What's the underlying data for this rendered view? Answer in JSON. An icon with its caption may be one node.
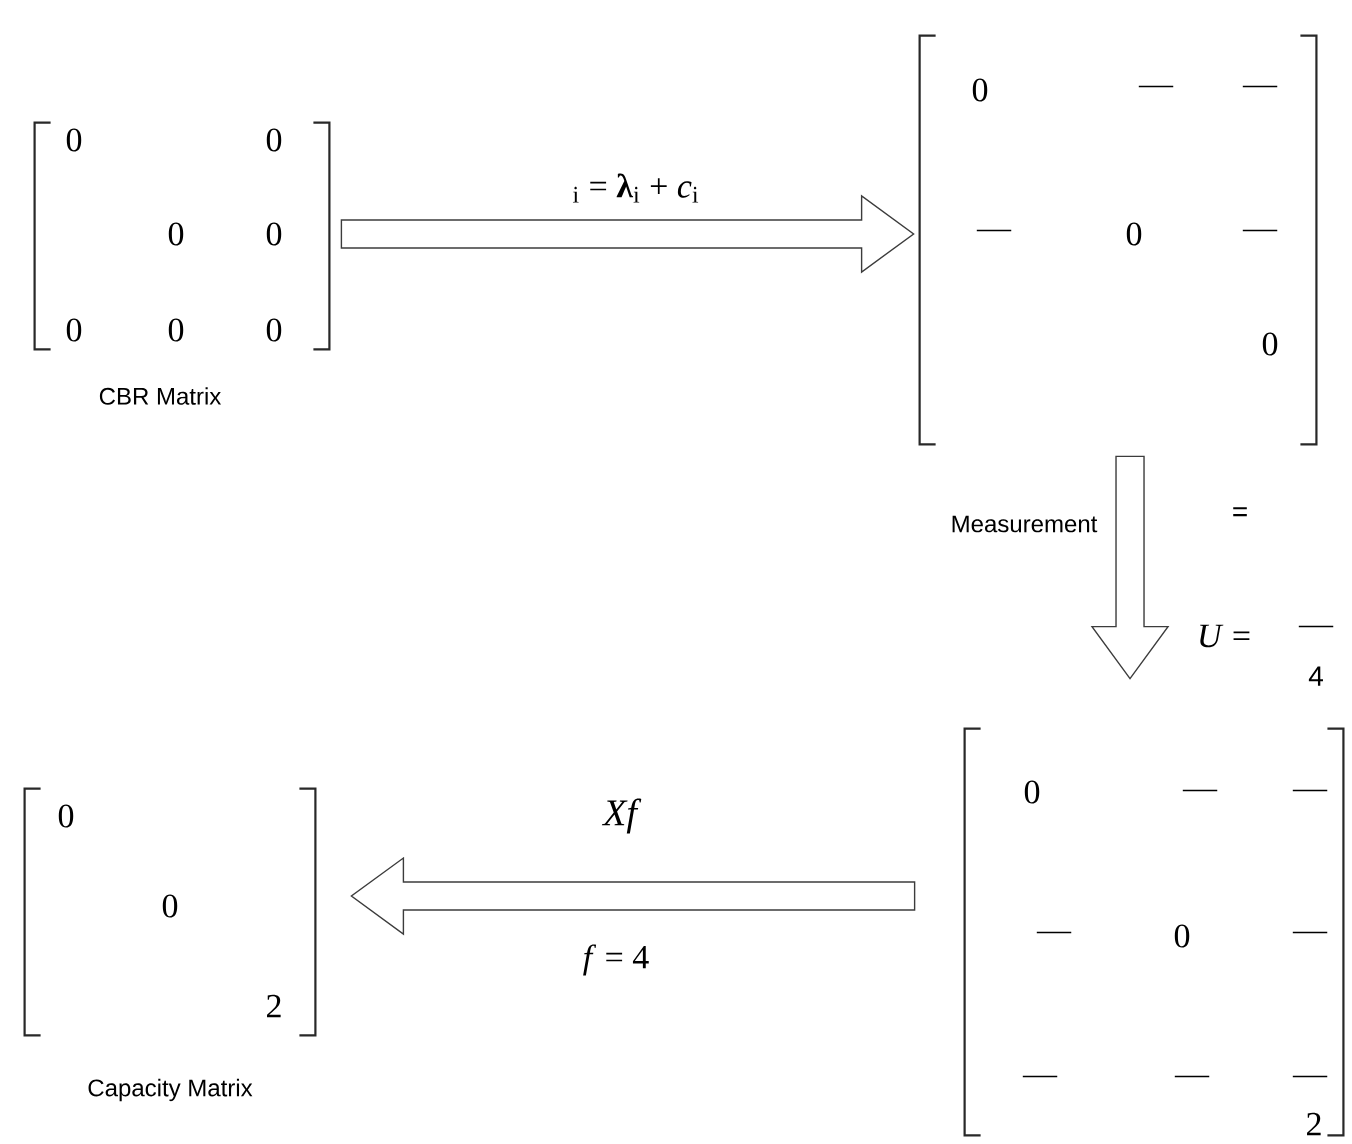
{
  "diagram": {
    "nodes": [
      {
        "text": [
          "0",
          "0",
          "0",
          "0",
          "0",
          "0",
          "0"
        ],
        "beside": [
          "CBR Matrix"
        ]
      },
      {
        "text": [
          "0",
          "—",
          "—",
          "—",
          "0",
          "—",
          "0"
        ]
      },
      {
        "text": [
          "0",
          "—",
          "—",
          "—",
          "0",
          "—",
          "—",
          "—",
          "—",
          "2"
        ]
      },
      {
        "text": [
          "0",
          "0",
          "2"
        ],
        "beside": [
          "Capacity Matrix"
        ]
      }
    ],
    "edges": [
      {
        "from": 0,
        "to": 1,
        "arrow": "to",
        "label": "$_{i}$ = **λ**$_{i}$ + *c*$_{i}$"
      },
      {
        "from": 1,
        "to": 2,
        "arrow": "to",
        "label": "Measurement"
      },
      {
        "from": 2,
        "to": 3,
        "arrow": "to",
        "label": "Xf"
      }
    ],
    "labels": [
      "=",
      "*U* =",
      "—",
      "4",
      "*f* = 4"
    ]
  }
}
